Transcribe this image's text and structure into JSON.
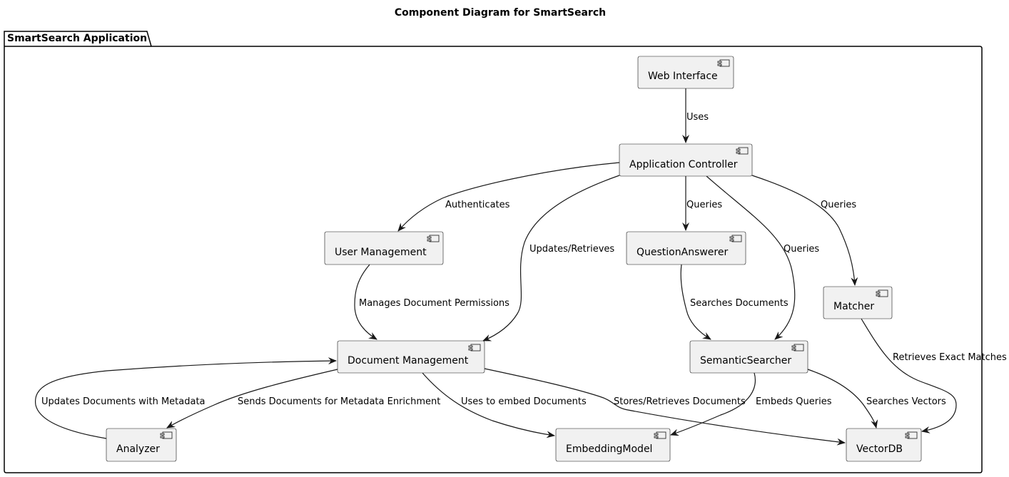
{
  "title": "Component Diagram for SmartSearch",
  "package": {
    "label": "SmartSearch Application"
  },
  "components": {
    "web_interface": "Web Interface",
    "app_controller": "Application Controller",
    "user_management": "User Management",
    "question_answerer": "QuestionAnswerer",
    "matcher": "Matcher",
    "document_management": "Document Management",
    "semantic_searcher": "SemanticSearcher",
    "analyzer": "Analyzer",
    "embedding_model": "EmbeddingModel",
    "vectordb": "VectorDB"
  },
  "relations": {
    "uses": "Uses",
    "authenticates": "Authenticates",
    "updates_retrieves": "Updates/Retrieves",
    "queries_qa": "Queries",
    "queries_semantic": "Queries",
    "queries_matcher": "Queries",
    "manages_permissions": "Manages Document Permissions",
    "searches_documents": "Searches Documents",
    "retrieves_exact": "Retrieves Exact Matches",
    "updates_metadata": "Updates Documents with Metadata",
    "sends_enrichment": "Sends Documents for Metadata Enrichment",
    "embed_documents": "Uses to embed Documents",
    "stores_retrieves": "Stores/Retrieves Documents",
    "embeds_queries": "Embeds Queries",
    "searches_vectors": "Searches Vectors"
  }
}
